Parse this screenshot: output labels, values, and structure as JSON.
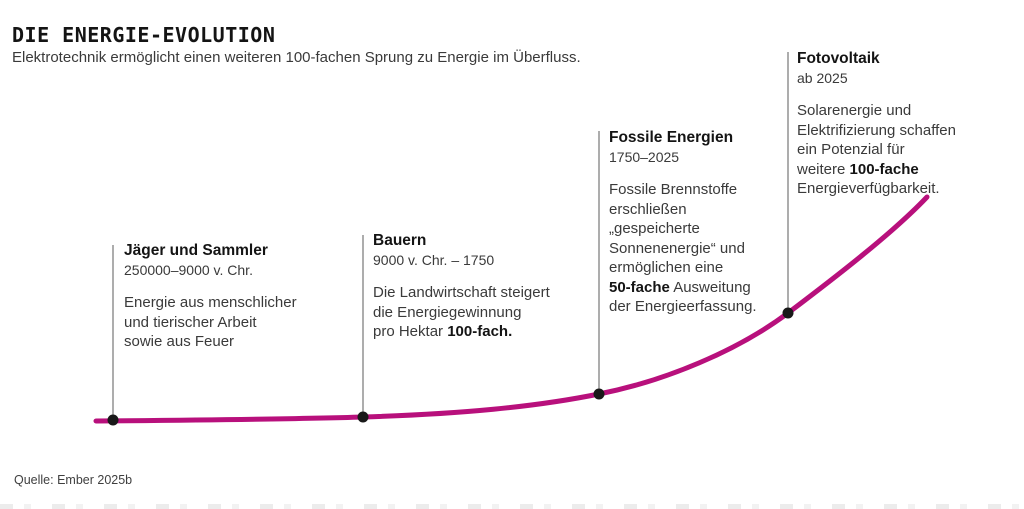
{
  "colors": {
    "curve": "#b8107c",
    "dot": "#191919",
    "marker_line": "#8a8a8a",
    "text_dark": "#141414",
    "text_body": "#3a3a3a"
  },
  "chart_data": {
    "type": "line",
    "title": "DIE ENERGIE-EVOLUTION",
    "subtitle": "Elektrotechnik ermöglicht einen weiteren 100-fachen Sprung zu Energie im Überfluss.",
    "description": "Stilisierte exponentiell ansteigende Kurve der Energieverfügbarkeit über die Zeit; keine Achsenbeschriftung, vier Meilensteine mit Markierungspunkten auf der Kurve.",
    "legend_position": "none",
    "grid": false,
    "milestones": [
      {
        "label": "Jäger und Sammler",
        "period": "250000–9000 v. Chr.",
        "note": "Energie aus menschlicher und tierischer Arbeit sowie aus Feuer",
        "lines": {
          "l1": "Energie aus menschlicher",
          "l2": "und tierischer Arbeit",
          "l3": "sowie aus Feuer"
        }
      },
      {
        "label": "Bauern",
        "period": "9000 v. Chr. – 1750",
        "note": "Die Landwirtschaft steigert die Energiegewinnung pro Hektar 100-fach.",
        "lines": {
          "l1": "Die Landwirtschaft steigert",
          "l2": "die Energiegewinnung",
          "l3a": "pro Hektar ",
          "l3b": "100-fach."
        }
      },
      {
        "label": "Fossile Energien",
        "period": "1750–2025",
        "note": "Fossile Brennstoffe erschließen „gespeicherte Sonnenenergie“ und ermöglichen eine 50-fache Ausweitung der Energieerfassung.",
        "lines": {
          "l1": "Fossile Brennstoffe",
          "l2": "erschließen",
          "l3": "„gespeicherte",
          "l4": "Sonnenenergie“ und",
          "l5": "ermöglichen eine",
          "l6a": "50-fache",
          "l6b": " Ausweitung",
          "l7": "der Energieerfassung."
        }
      },
      {
        "label": "Fotovoltaik",
        "period": "ab 2025",
        "note": "Solarenergie und Elektrifizierung schaffen ein Potenzial für weitere 100-fache Energieverfügbarkeit.",
        "lines": {
          "l1": "Solarenergie und",
          "l2": "Elektrifizierung schaffen",
          "l3": "ein Potenzial für",
          "l4a": "weitere ",
          "l4b": "100-fache",
          "l5": "Energieverfügbarkeit."
        }
      }
    ],
    "source": "Quelle: Ember 2025b"
  }
}
